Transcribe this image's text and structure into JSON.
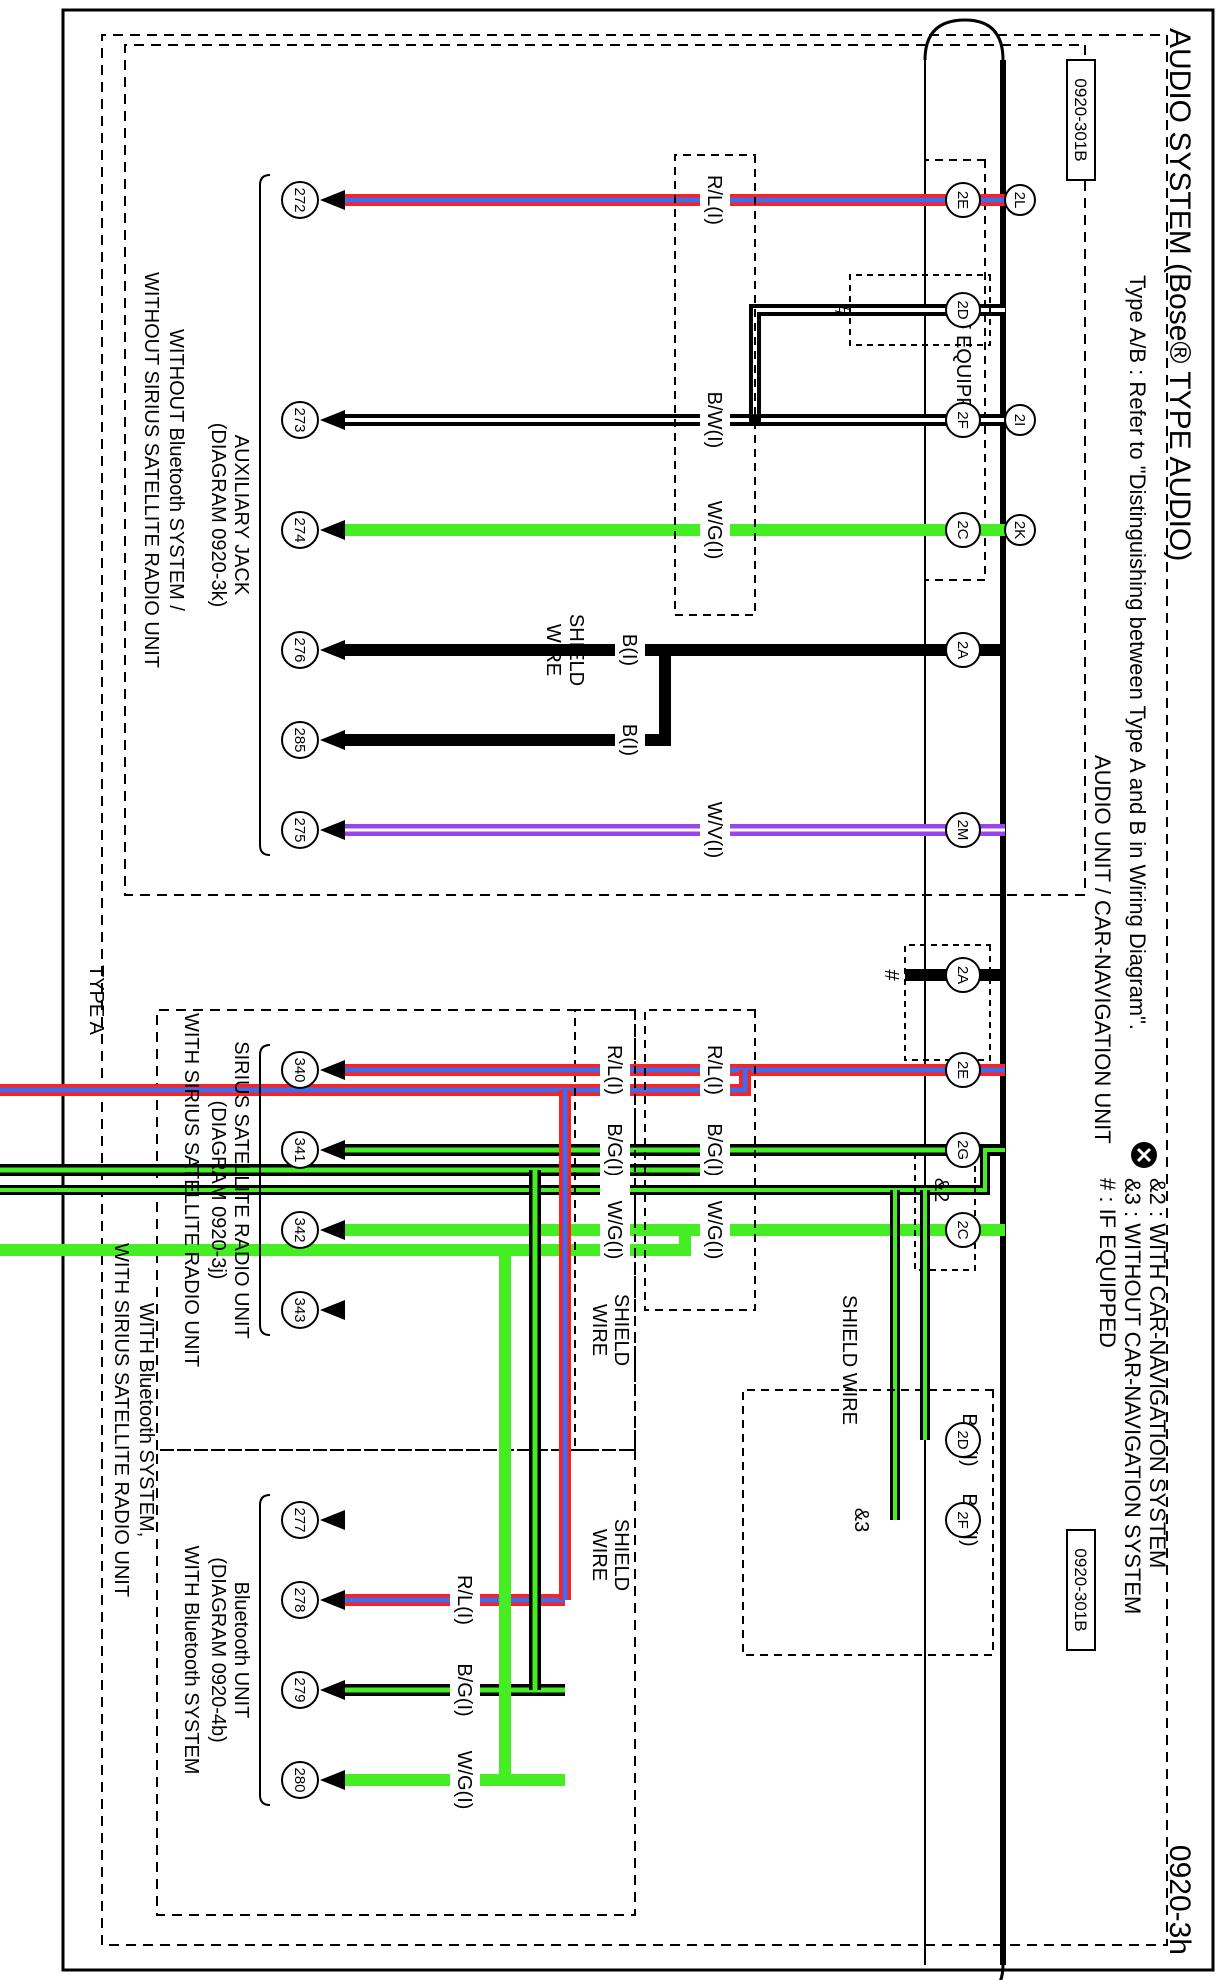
{
  "diagram": {
    "title": "AUDIO SYSTEM (Bose® TYPE AUDIO)",
    "page_id": "0920-3h",
    "note_type_ab": "Type A/B : Refer to \"Distinguishing between Type A and B in Wiring Diagram\".",
    "legend": [
      "&2 : WITH CAR-NAVIGATION SYSTEM",
      "&3 : WITHOUT CAR-NAVIGATION SYSTEM",
      "# : IF EQUIPPED"
    ],
    "unit_label": "AUDIO UNIT / CAR-NAVIGATION UNIT",
    "connector_code": "0920-301B",
    "if_equipped": "IF EQUIPPED",
    "shield_wire": "SHIELD WIRE",
    "shield_wire_a": "SHIELD",
    "shield_wire_b": "WIRE",
    "marks": {
      "hash": "#",
      "and2": "&2",
      "and3": "&3"
    },
    "section_type_a": "TYPE A",
    "section_without": [
      "WITHOUT Bluetooth SYSTEM /",
      "WITHOUT SIRIUS SATELLITE RADIO UNIT"
    ],
    "section_with_both": [
      "WITH Bluetooth SYSTEM,",
      "WITH SIRIUS SATELLITE RADIO UNIT"
    ],
    "section_with_sirius": "WITH SIRIUS SATELLITE RADIO UNIT",
    "section_with_bt": "WITH Bluetooth SYSTEM",
    "aux": {
      "name": "AUXILIARY JACK",
      "ref": "(DIAGRAM 0920-3k)"
    },
    "sirius": {
      "name": "SIRIUS SATELLITE RADIO UNIT",
      "ref": "(DIAGRAM 0920-3j)"
    },
    "bt": {
      "name": "Bluetooth UNIT",
      "ref": "(DIAGRAM 0920-4b)"
    },
    "terminals_left": {
      "t2e": "2E",
      "t2d": "2D",
      "t2f": "2F",
      "t2c": "2C",
      "t2a": "2A",
      "t2m": "2M"
    },
    "terminals_if_equipped": {
      "t2l": "2L",
      "t2i": "2I",
      "t2k": "2K"
    },
    "terminals_right": {
      "t2a": "2A",
      "t2e": "2E",
      "t2g": "2G",
      "t2c": "2C",
      "t2d": "2D",
      "t2f": "2F"
    },
    "left_points": {
      "p272": "272",
      "p273": "273",
      "p274": "274",
      "p276": "276",
      "p285": "285",
      "p275": "275"
    },
    "right_points": {
      "p340": "340",
      "p341": "341",
      "p342": "342",
      "p343": "343",
      "p277": "277",
      "p278": "278",
      "p279": "279",
      "p280": "280"
    },
    "wires": {
      "rl": "R/L(I)",
      "bw": "B/W(I)",
      "wg": "W/G(I)",
      "b": "B(I)",
      "wv": "W/V(I)",
      "bg": "B/G(I)"
    },
    "colors": {
      "red": "#ff2020",
      "blue": "#3a6df0",
      "green": "#44ee22",
      "violet": "#9a44ee",
      "black": "#000000",
      "white": "#ffffff"
    }
  }
}
